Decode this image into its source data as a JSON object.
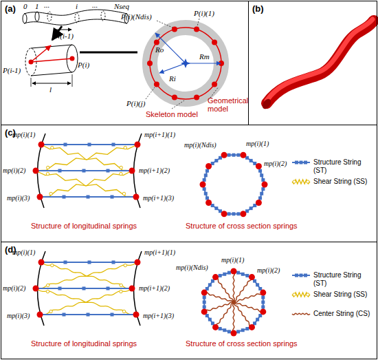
{
  "diagram": {
    "nodes": [
      {
        "text": [
          "(a)"
        ]
      },
      {
        "text": [
          "(b)"
        ]
      },
      {
        "text": [
          "(c)"
        ]
      },
      {
        "text": [
          "(d)"
        ]
      }
    ],
    "labels": [
      "0",
      "1",
      "...",
      "i",
      "...",
      "Nseq",
      "P(i-1)",
      "N(i-1)",
      "P(i)",
      "l",
      "P(i)(Ndis)",
      "P(i)(1)",
      "Ro",
      "Ri",
      "Rm",
      "P(i)(j)",
      "Skeleton model",
      "Geometrical model",
      "mp(i)(1)",
      "mp(i)(2)",
      "mp(i)(3)",
      "mp(i+1)(1)",
      "mp(i+1)(2)",
      "mp(i+1)(3)",
      "Structure of longitudinal springs",
      "mp(i)(1)",
      "mp(i)(Ndis)",
      "mp(i)(2)",
      "Structure of cross section springs",
      "mp(i)(1)",
      "mp(i)(2)",
      "mp(i)(3)",
      "mp(i+1)(1)",
      "mp(i+1)(2)",
      "mp(i+1)(3)",
      "Structure of longitudinal springs",
      "mp(i)(1)",
      "mp(i)(Ndis)",
      "mp(i)(2)",
      "Structure of cross section springs"
    ],
    "legend": [
      {
        "text": "Structure String (ST)"
      },
      {
        "text": "Shear String (SS)"
      },
      {
        "text": "Structure String (ST)"
      },
      {
        "text": "Shear String (SS)"
      },
      {
        "text": "Center String (CS)"
      }
    ]
  }
}
